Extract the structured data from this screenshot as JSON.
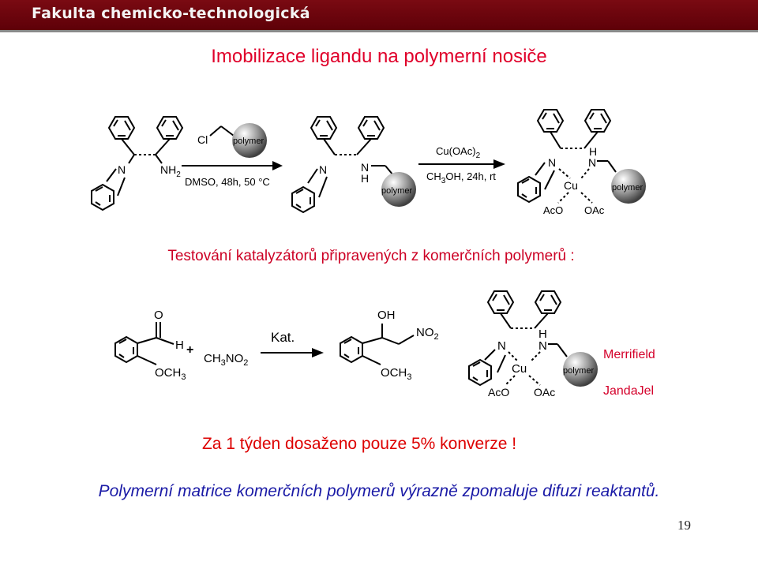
{
  "header": {
    "faculty_name": "Fakulta chemicko-technologická"
  },
  "title": "Imobilizace ligandu na polymerní nosiče",
  "scheme1": {
    "amine_label": "NH",
    "amine_sub": "2",
    "n_label": "N",
    "reagent_cl": "Cl",
    "polymer_label": "polymer",
    "step1_conditions": "DMSO, 48h, 50 °C",
    "nh_n": "N",
    "nh_h": "H",
    "step2_reagent_main": "Cu(OAc)",
    "step2_reagent_sub": "2",
    "step2_solvent_main": "CH",
    "step2_solvent_sub": "3",
    "step2_solvent_rest": "OH, 24h, rt",
    "cu_label": "Cu",
    "aco_label": "AcO",
    "oac_label": "OAc"
  },
  "subtitle": "Testování katalyzátorů připravených z komerčních polymerů :",
  "scheme2": {
    "aldehyde_o": "O",
    "aldehyde_h": "H",
    "plus": "+",
    "methoxy_main": "OCH",
    "methoxy_sub": "3",
    "nitromethane_main": "CH",
    "nitromethane_sub1": "3",
    "nitromethane_rest": "NO",
    "nitromethane_sub2": "2",
    "catalyst_label": "Kat.",
    "product_oh": "OH",
    "product_no_main": "NO",
    "product_no_sub": "2",
    "merrifield": "Merrifield",
    "jandajel": "JandaJel"
  },
  "result": "Za 1 týden dosaženo  pouze 5% konverze  !",
  "conclusion": "Polymerní matrice komerčních polymerů výrazně zpomaluje difuzi reaktantů.",
  "page_number": "19",
  "colors": {
    "header": "#6a000c",
    "title": "#e0002a",
    "conclusion": "#1a1aa6",
    "highlight": "#d4002a"
  }
}
